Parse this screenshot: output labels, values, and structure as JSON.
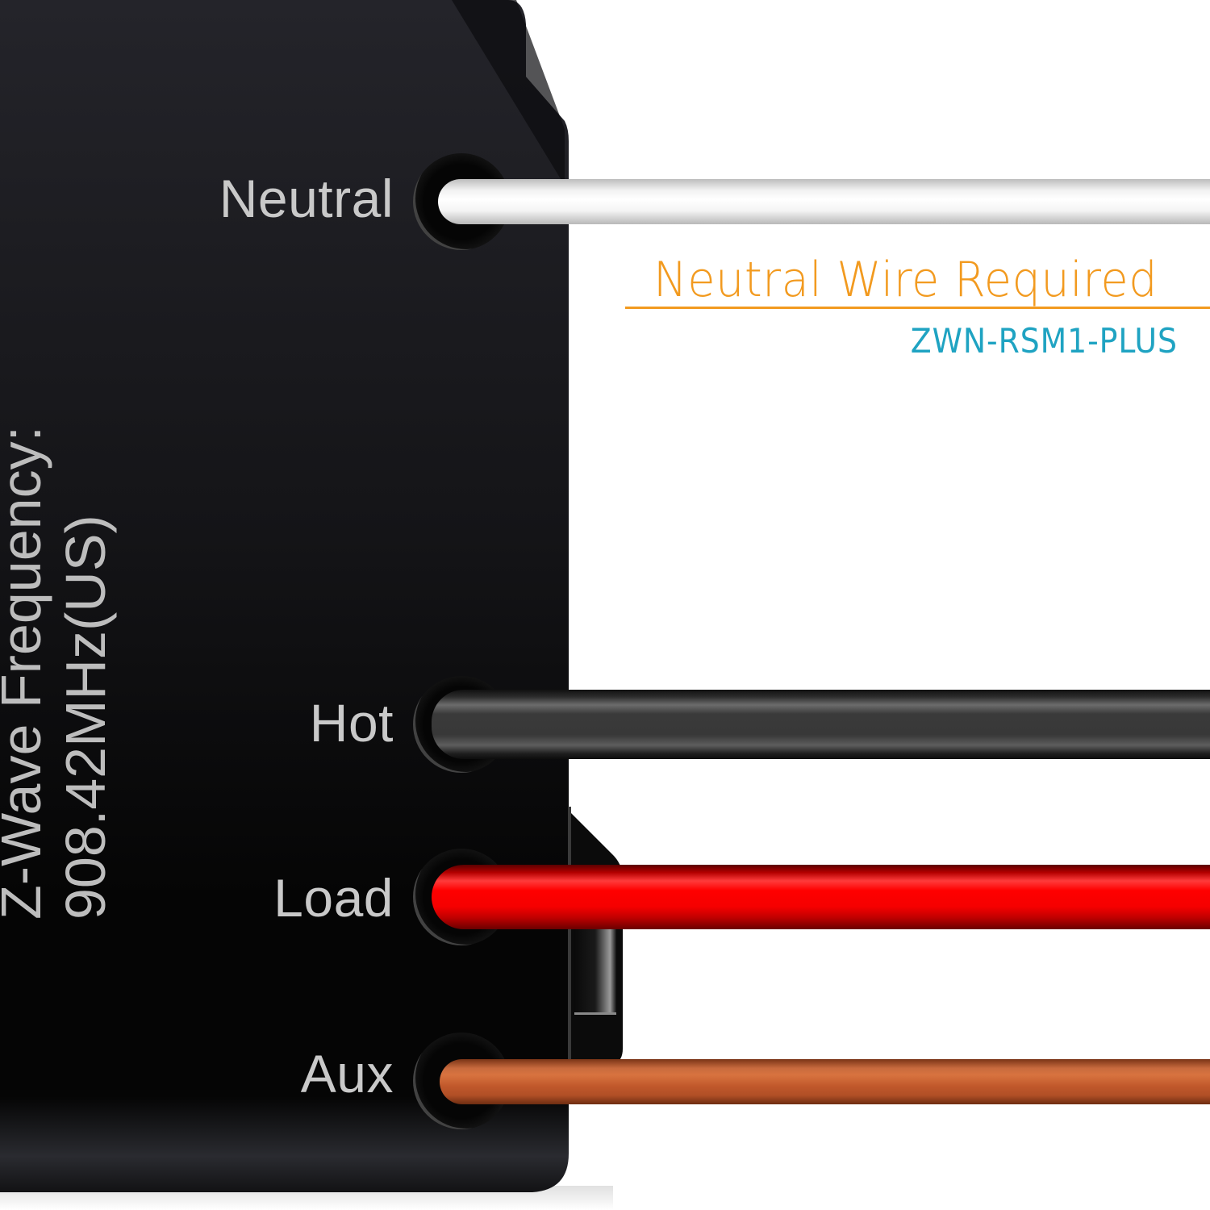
{
  "device": {
    "body_color": "#222228",
    "vertical_text": {
      "line1": "Z-Wave Frequency:",
      "line2": "908.42MHz(US)"
    },
    "terminals": [
      {
        "label": "Neutral",
        "wire_color": "#f4f4f4"
      },
      {
        "label": "Hot",
        "wire_color": "#3a3a3a"
      },
      {
        "label": "Load",
        "wire_color": "#ff0000"
      },
      {
        "label": "Aux",
        "wire_color": "#c0582b"
      }
    ]
  },
  "callout": {
    "title": "Neutral Wire Required",
    "model": "ZWN-RSM1-PLUS",
    "title_color": "#f29a1f",
    "model_color": "#1fa3c2"
  }
}
